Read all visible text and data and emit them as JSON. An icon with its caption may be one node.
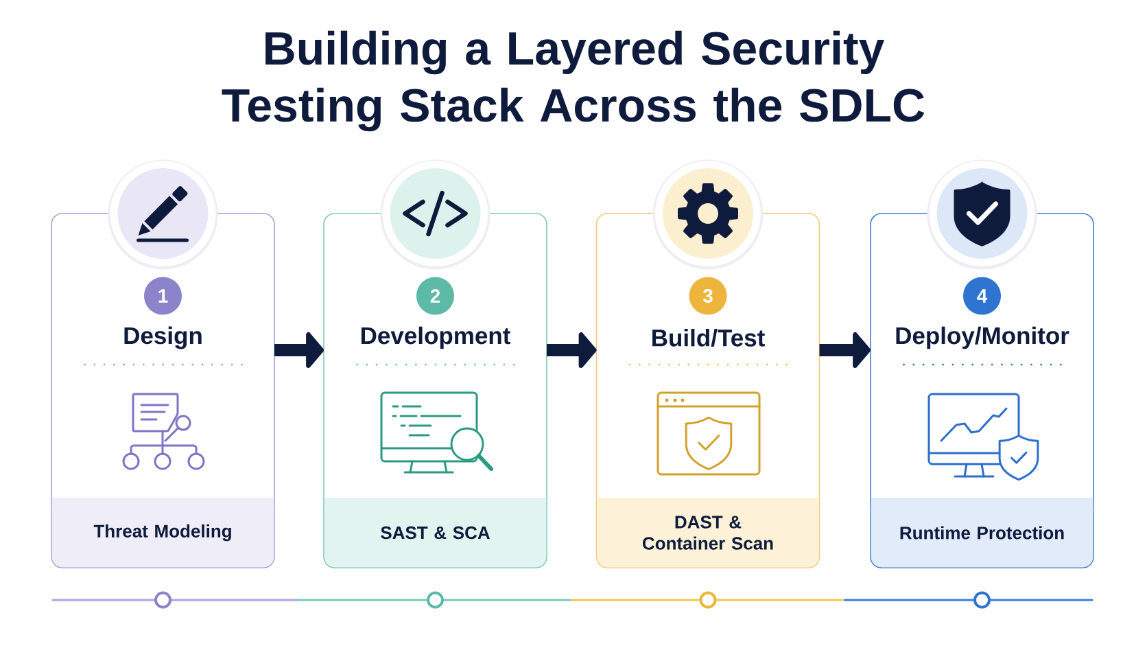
{
  "diagram": {
    "title": "Building a Layered Security Testing Stack Across the SDLC",
    "nodes": [
      {
        "text": [
          "Design"
        ]
      },
      {
        "text": [
          "1"
        ],
        "in": 0
      },
      {
        "text": [
          "Threat Modeling"
        ],
        "in": 0
      },
      {
        "text": [
          "Development"
        ]
      },
      {
        "text": [
          "2"
        ],
        "in": 3
      },
      {
        "text": [
          "SAST & SCA"
        ],
        "in": 3
      },
      {
        "text": [
          "Build/Test"
        ]
      },
      {
        "text": [
          "3"
        ],
        "in": 6
      },
      {
        "text": [
          "DAST & Container Scan"
        ],
        "in": 6
      },
      {
        "text": [
          "Deploy/Monitor"
        ]
      },
      {
        "text": [
          "4"
        ],
        "in": 9
      },
      {
        "text": [
          "Runtime Protection"
        ],
        "in": 9
      }
    ],
    "edges": [
      {
        "from": 0,
        "to": 3,
        "arrow": "to"
      },
      {
        "from": 3,
        "to": 6,
        "arrow": "to"
      },
      {
        "from": 6,
        "to": 9,
        "arrow": "to"
      }
    ]
  }
}
